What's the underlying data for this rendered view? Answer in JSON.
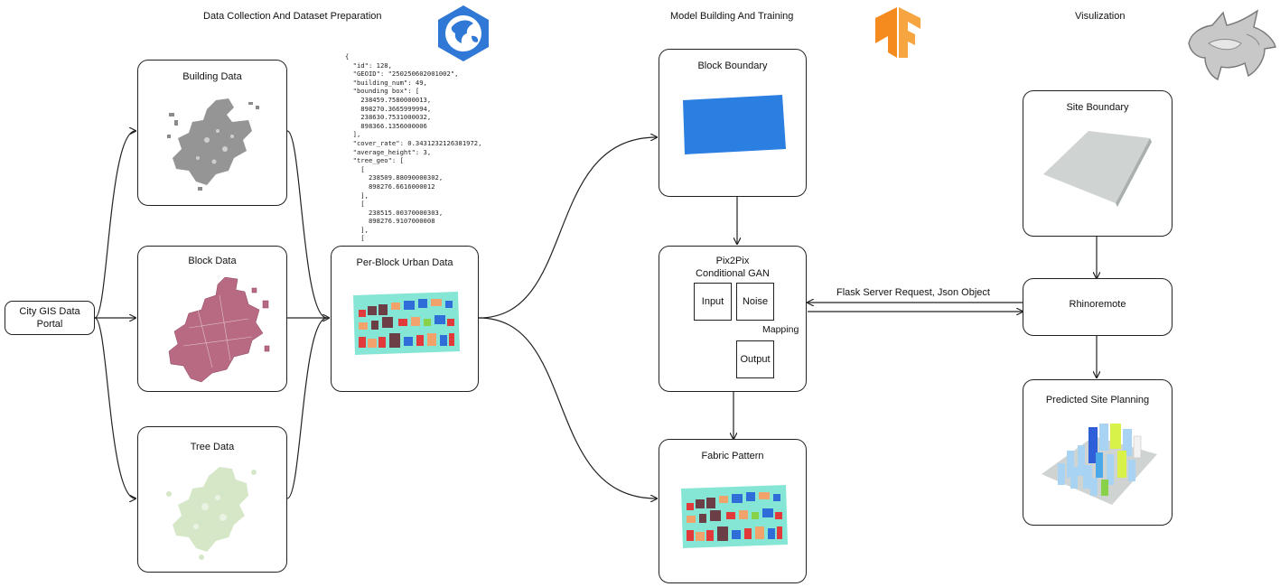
{
  "headers": {
    "data_collection": "Data Collection And Dataset Preparation",
    "model_building": "Model Building And Training",
    "visualization": "Visulization"
  },
  "source_node": {
    "label_line1": "City GIS Data",
    "label_line2": "Portal"
  },
  "data_boxes": {
    "building": "Building Data",
    "block": "Block Data",
    "tree": "Tree Data"
  },
  "per_block": {
    "title": "Per-Block Urban Data"
  },
  "json_sample": {
    "lines": [
      "{",
      "  \"id\": 128,",
      "  \"GEOID\": \"250250602001002\",",
      "  \"building_num\": 49,",
      "  \"bounding box\": [",
      "    238459.7580000013,",
      "    898270.3665999994,",
      "    238630.7531000032,",
      "    898366.1356000006",
      "  ],",
      "  \"cover_rate\": 0.3431232126381972,",
      "  \"average_height\": 3,",
      "  \"tree_geo\": [",
      "    [",
      "      238509.88090000302,",
      "      898276.6616000012",
      "    ],",
      "    [",
      "      238515.00370000303,",
      "      898276.9107000008",
      "    ],",
      "    ["
    ]
  },
  "model": {
    "block_boundary": "Block Boundary",
    "gan_line1": "Pix2Pix",
    "gan_line2": "Conditional GAN",
    "input": "Input",
    "noise": "Noise",
    "mapping": "Mapping",
    "output": "Output",
    "fabric_pattern": "Fabric Pattern"
  },
  "viz": {
    "site_boundary": "Site Boundary",
    "rhinoremote": "Rhinoremote",
    "predicted": "Predicted Site Planning"
  },
  "connection_label": "Flask Server Request, Json Object",
  "icons": {
    "arcgis": "globe-icon",
    "tensorflow": "tensorflow-icon",
    "rhino": "rhino-icon"
  },
  "colors": {
    "arcgis_blue": "#2f78d6",
    "tensorflow_orange": "#f58a1f",
    "block_blue": "#2b7fe0",
    "fabric_bg": "#86e6d6",
    "building_gray": "#8a8a8a",
    "block_pink": "#b86a82",
    "tree_green": "#cfe3bf"
  }
}
